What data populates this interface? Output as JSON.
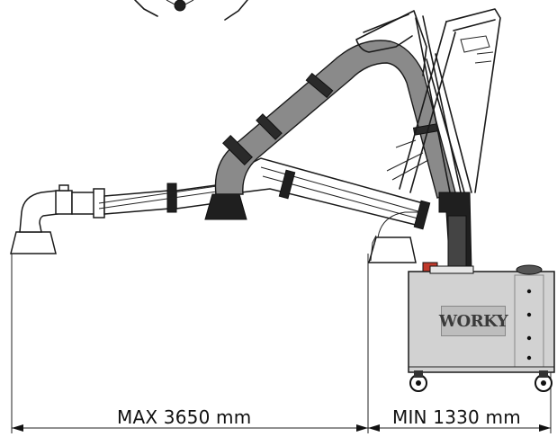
{
  "dimensions": {
    "max_label": "MAX 3650 mm",
    "min_label": "MIN 1330 mm"
  },
  "unit_logo": {
    "brand": "WORKY"
  },
  "colors": {
    "line": "#1a1a1a",
    "hose_fill": "#8a8a8a",
    "cabinet_fill": "#d2d2d2",
    "accent_red": "#c0392b"
  }
}
